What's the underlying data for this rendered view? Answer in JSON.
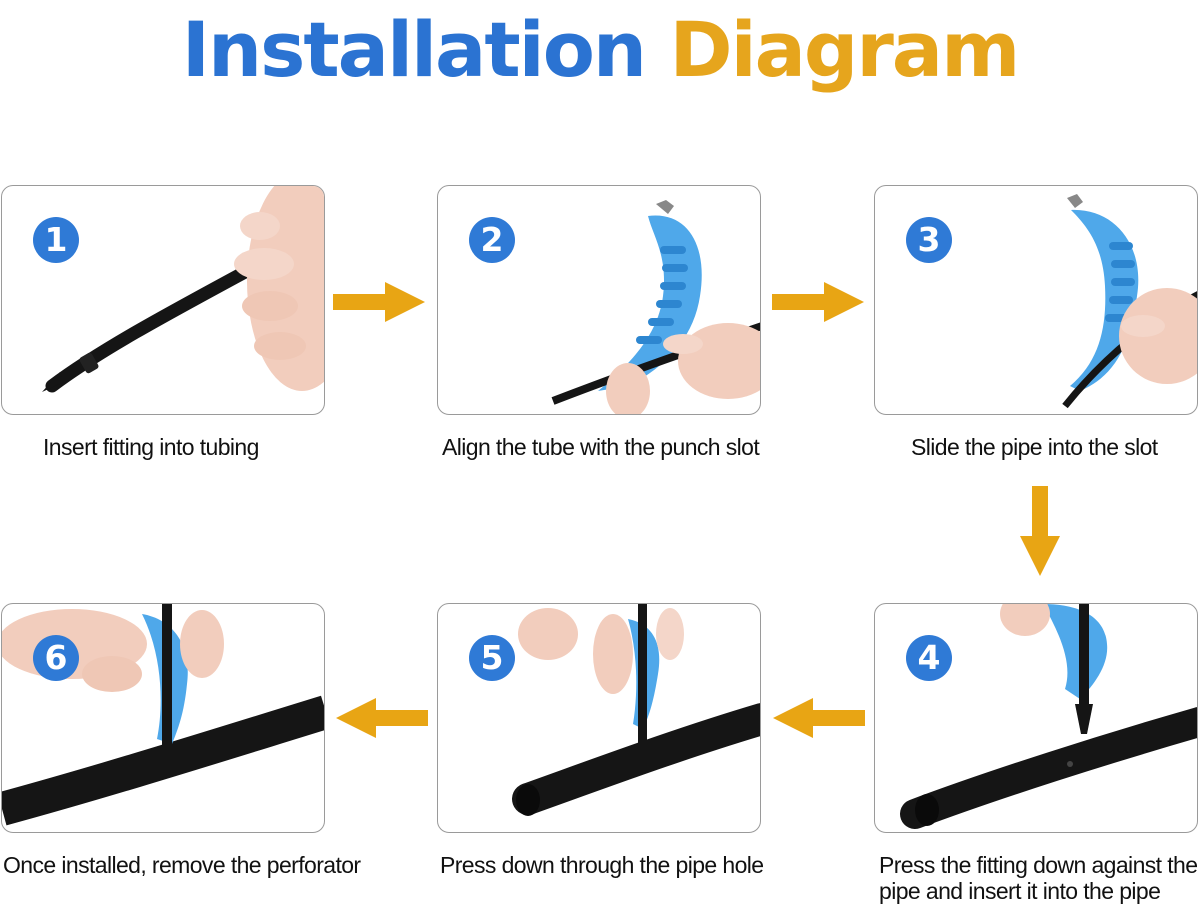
{
  "title": {
    "part1": "Installation",
    "part2": "Diagram"
  },
  "colors": {
    "title_blue": "#2b73d2",
    "title_orange": "#e6a51d",
    "badge_blue": "#2f7ad6",
    "arrow_orange": "#e8a514",
    "tool_blue": "#4fa8ea",
    "tubing_black": "#151515",
    "skin": "#f2cdbd"
  },
  "steps": [
    {
      "number": "1",
      "caption": "Insert  fitting into tubing"
    },
    {
      "number": "2",
      "caption": "Align the tube with the punch slot"
    },
    {
      "number": "3",
      "caption": "Slide the pipe into the slot"
    },
    {
      "number": "4",
      "caption_line1": "Press the fitting down against the",
      "caption_line2": "pipe and insert it into the pipe"
    },
    {
      "number": "5",
      "caption": "Press down through the pipe hole"
    },
    {
      "number": "6",
      "caption": "Once installed, remove the perforator"
    }
  ],
  "icons": {
    "arrow_right": "arrow-right-icon",
    "arrow_down": "arrow-down-icon",
    "arrow_left": "arrow-left-icon"
  }
}
